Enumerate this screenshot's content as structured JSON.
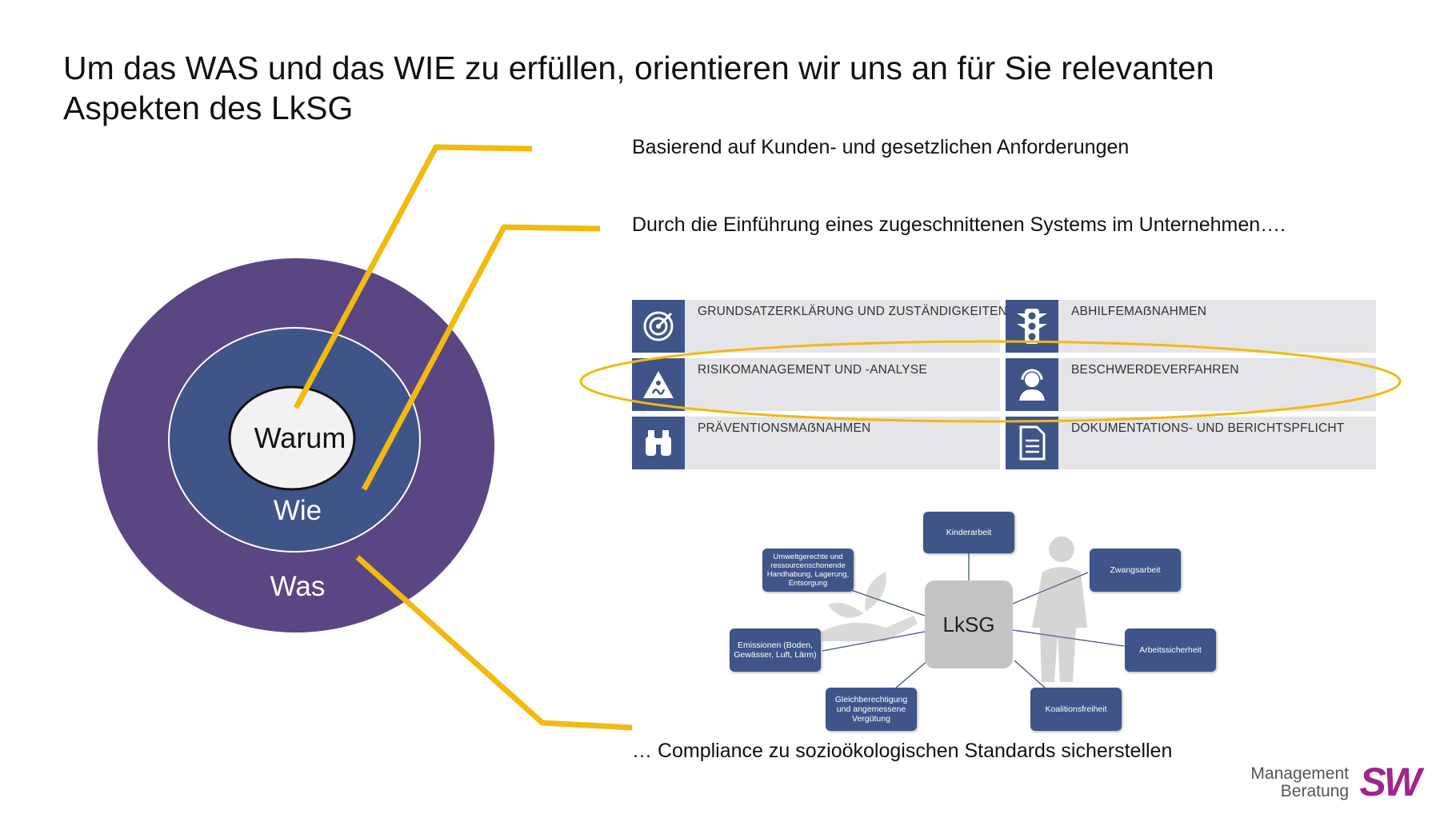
{
  "title": "Um das WAS und das WIE zu erfüllen, orientieren wir uns an für Sie relevanten Aspekten des LkSG",
  "circle": {
    "inner": "Warum",
    "middle": "Wie",
    "outer": "Was"
  },
  "statements": {
    "warum": "Basierend auf Kunden- und gesetzlichen Anforderungen",
    "wie": "Durch die Einführung eines zugeschnittenen Systems im Unternehmen….",
    "was": "… Compliance zu sozioökologischen Standards sicherstellen"
  },
  "elements": [
    {
      "label": "GRUNDSATZERKLÄRUNG UND ZUSTÄNDIGKEITEN",
      "icon": "target-icon"
    },
    {
      "label": "ABHILFEMAẞNAHMEN",
      "icon": "traffic-light-icon"
    },
    {
      "label": "RISIKOMANAGEMENT UND -ANALYSE",
      "icon": "warning-triangle-icon"
    },
    {
      "label": "BESCHWERDEVERFAHREN",
      "icon": "headset-icon"
    },
    {
      "label": "PRÄVENTIONSMAẞNAHMEN",
      "icon": "binoculars-icon"
    },
    {
      "label": "DOKUMENTATIONS- UND BERICHTSPFLICHT",
      "icon": "document-icon"
    }
  ],
  "lksg": {
    "center": "LkSG",
    "nodes": {
      "kinderarbeit": "Kinderarbeit",
      "zwangsarbeit": "Zwangsarbeit",
      "umwelt": "Umweltgerechte und ressourcenschonende Handhabung, Lagerung, Entsorgung",
      "emissionen": "Emissionen (Boden, Gewässer, Luft, Lärm)",
      "arbeitssicherheit": "Arbeitssicherheit",
      "gleichberechtigung": "Gleichberechtigung und angemessene Vergütung",
      "koalitionsfreiheit": "Koalitionsfreiheit"
    }
  },
  "logo": {
    "line1": "Management",
    "line2": "Beratung",
    "brand": "SW"
  },
  "colors": {
    "outer_ring": "#5a4683",
    "middle_ring": "#3f5589",
    "connector": "#f2b90f",
    "tile_bg": "#e4e4e9",
    "icon_bg": "#3f5589",
    "brand": "#a3258a"
  }
}
